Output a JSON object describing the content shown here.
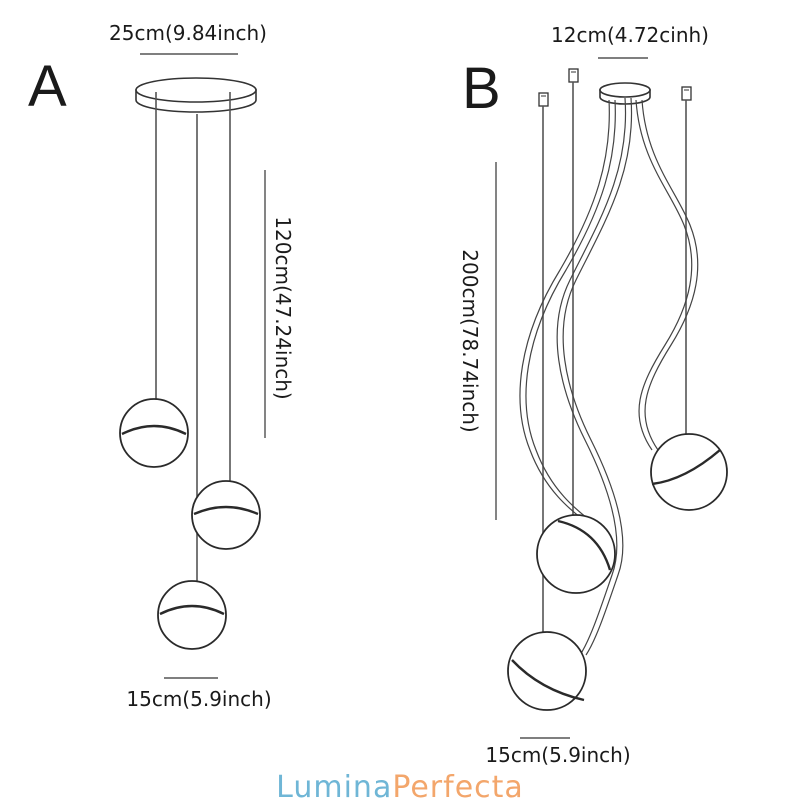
{
  "panel_a": {
    "letter": "A",
    "canopy_width_label": "25cm(9.84inch)",
    "cable_length_label": "120cm(47.24inch)",
    "globe_diameter_label": "15cm(5.9inch)"
  },
  "panel_b": {
    "letter": "B",
    "canopy_width_label": "12cm(4.72cinh)",
    "cable_length_label": "200cm(78.74inch)",
    "globe_diameter_label": "15cm(5.9inch)"
  },
  "brand": {
    "part1": "Lumina",
    "part2": "Perfecta",
    "color1": "#6fb6d6",
    "color2": "#f3a66b"
  }
}
